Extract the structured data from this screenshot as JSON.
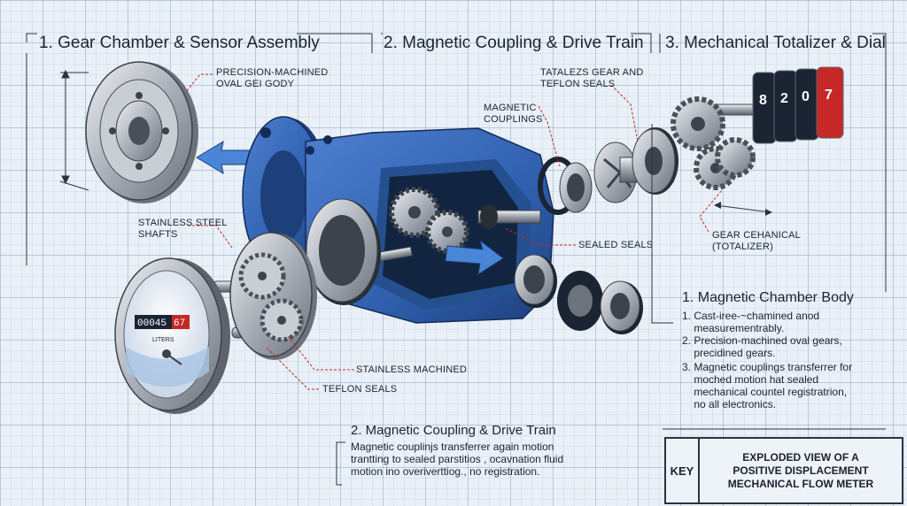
{
  "sections": [
    {
      "title": "1. Gear Chamber & Sensor Assembly"
    },
    {
      "title": "2. Magnetic Coupling & Drive Train"
    },
    {
      "title": "3. Mechanical Totalizer & Dial"
    }
  ],
  "callouts": {
    "oval_gear_body": "PRECISION-MACHINED\nOVAL GEI GODY",
    "magnetic_couplings": "MAGNETIC\nCOUPLINGS",
    "totalizer_gear_seals": "TATALEZS GEAR AND\nTEFLON SEALS",
    "stainless_shafts": "STAINLESS STEEL\nSHAFTS",
    "sealed_seals": "SEALED SEALS",
    "gear_mechanical": "GEAR CEHANICAL\n(TOTALIZER)",
    "stainless_machined": "STAINLESS MACHINED",
    "teflon_seals": "TEFLON SEALS"
  },
  "dial": {
    "reading": "00045",
    "reading_red": "67",
    "unit": "LITERS",
    "wheel_digits": [
      "7",
      "0",
      "2",
      "8"
    ]
  },
  "notes_right": {
    "heading": "1. Magnetic Chamber Body",
    "items": [
      "1. Cast-iree-~chamined anod\n    measurementrably.",
      "2. Precision-machined oval gears,\n    precidined gears.",
      "3. Magnetic couplings transferrer for\n    moched motion hat sealed\n    mechanical countel registratrion,\n    no all electronics."
    ]
  },
  "notes_bottom": {
    "heading": "2. Magnetic Coupling & Drive Train",
    "text": "Magnetic couplinjs transferrer again motion\ntrantting to sealed parstitios , ocavnation fluid\nmotion ino overiverttiog., no registration."
  },
  "key": {
    "label": "KEY",
    "title": "EXPLODED VIEW OF A\nPOSITIVE DISPLACEMENT\nMECHANICAL FLOW METER"
  },
  "colors": {
    "housing_blue": "#2f5fae",
    "housing_dark": "#1d3f7a",
    "metal": "#b9bec6",
    "callout_red": "#c62828",
    "ink": "#1b2433"
  }
}
